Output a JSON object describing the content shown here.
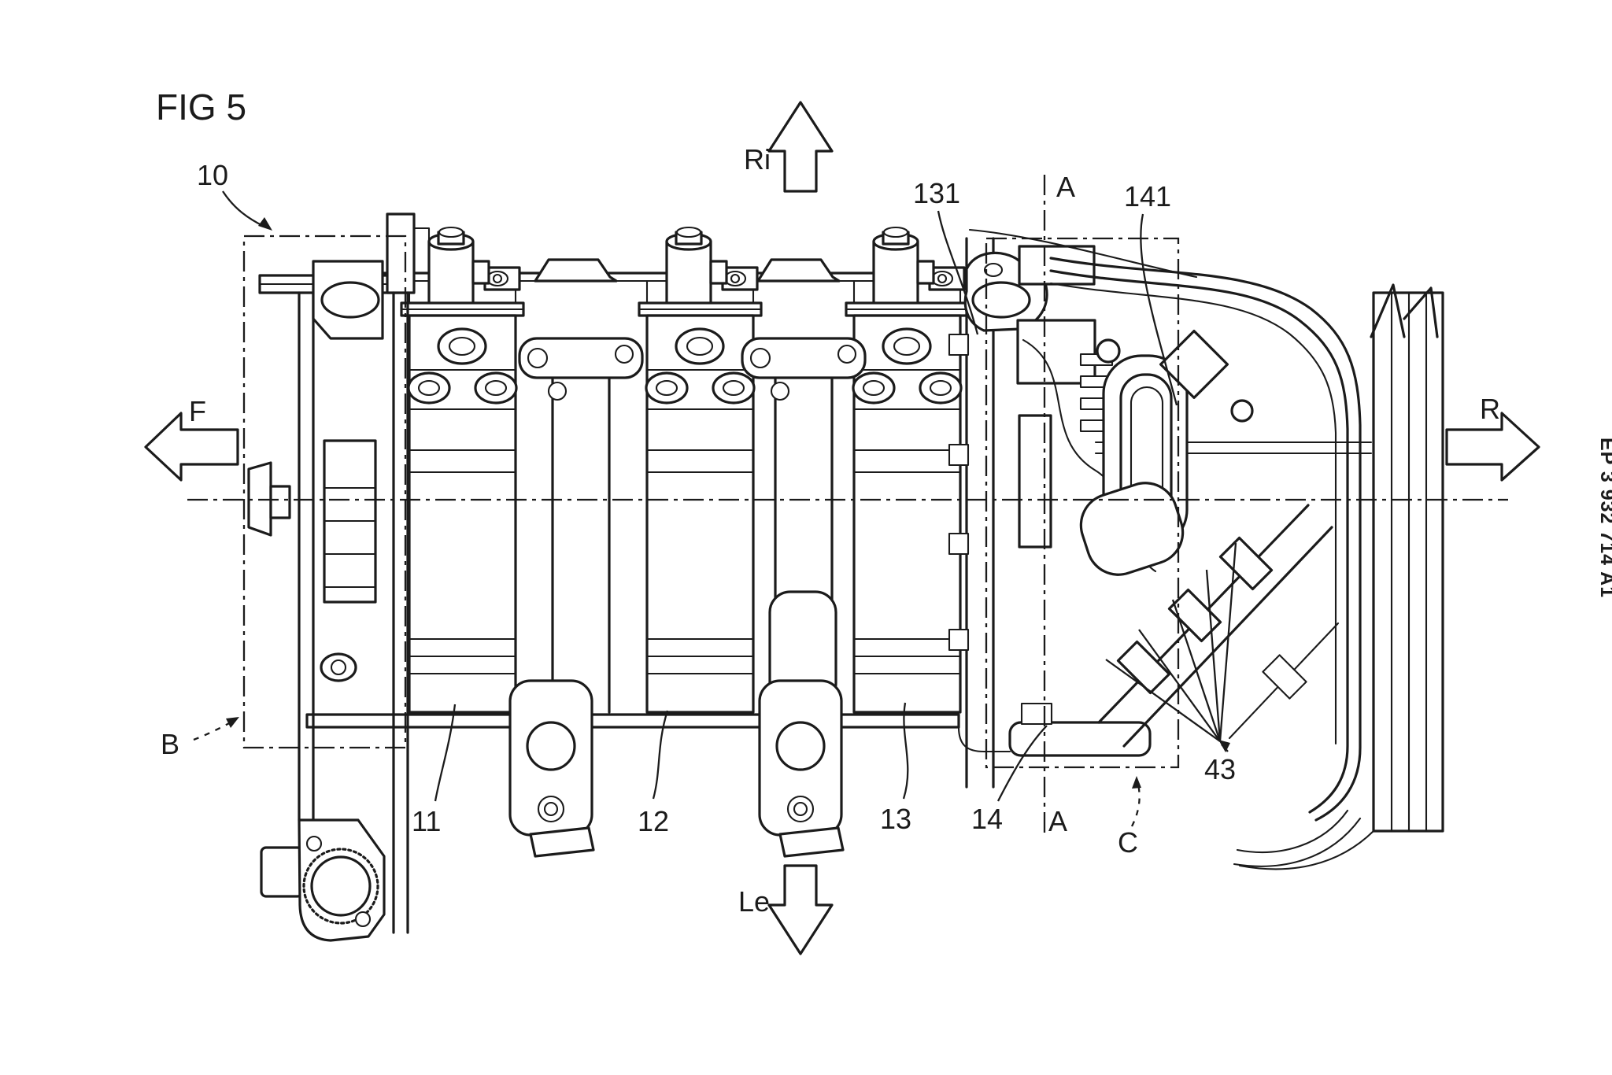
{
  "figure": {
    "title": "FIG 5",
    "patent_number": "EP 3 932 714 A1"
  },
  "colors": {
    "line": "#1b1b1b",
    "background": "#ffffff"
  },
  "orientation_arrows": {
    "up": "Ri",
    "down": "Le",
    "left": "F",
    "right": "R"
  },
  "reference_numerals": {
    "pack_assembly": "10",
    "battery_module_front": "11",
    "battery_module_middle": "12",
    "battery_module_rear": "13",
    "end_member": "14",
    "end_plate": "131",
    "harness_protector": "141",
    "electric_wires": "43"
  },
  "section_markers": {
    "section_top": "A",
    "section_bottom": "A",
    "detail_b": "B",
    "detail_c": "C"
  }
}
